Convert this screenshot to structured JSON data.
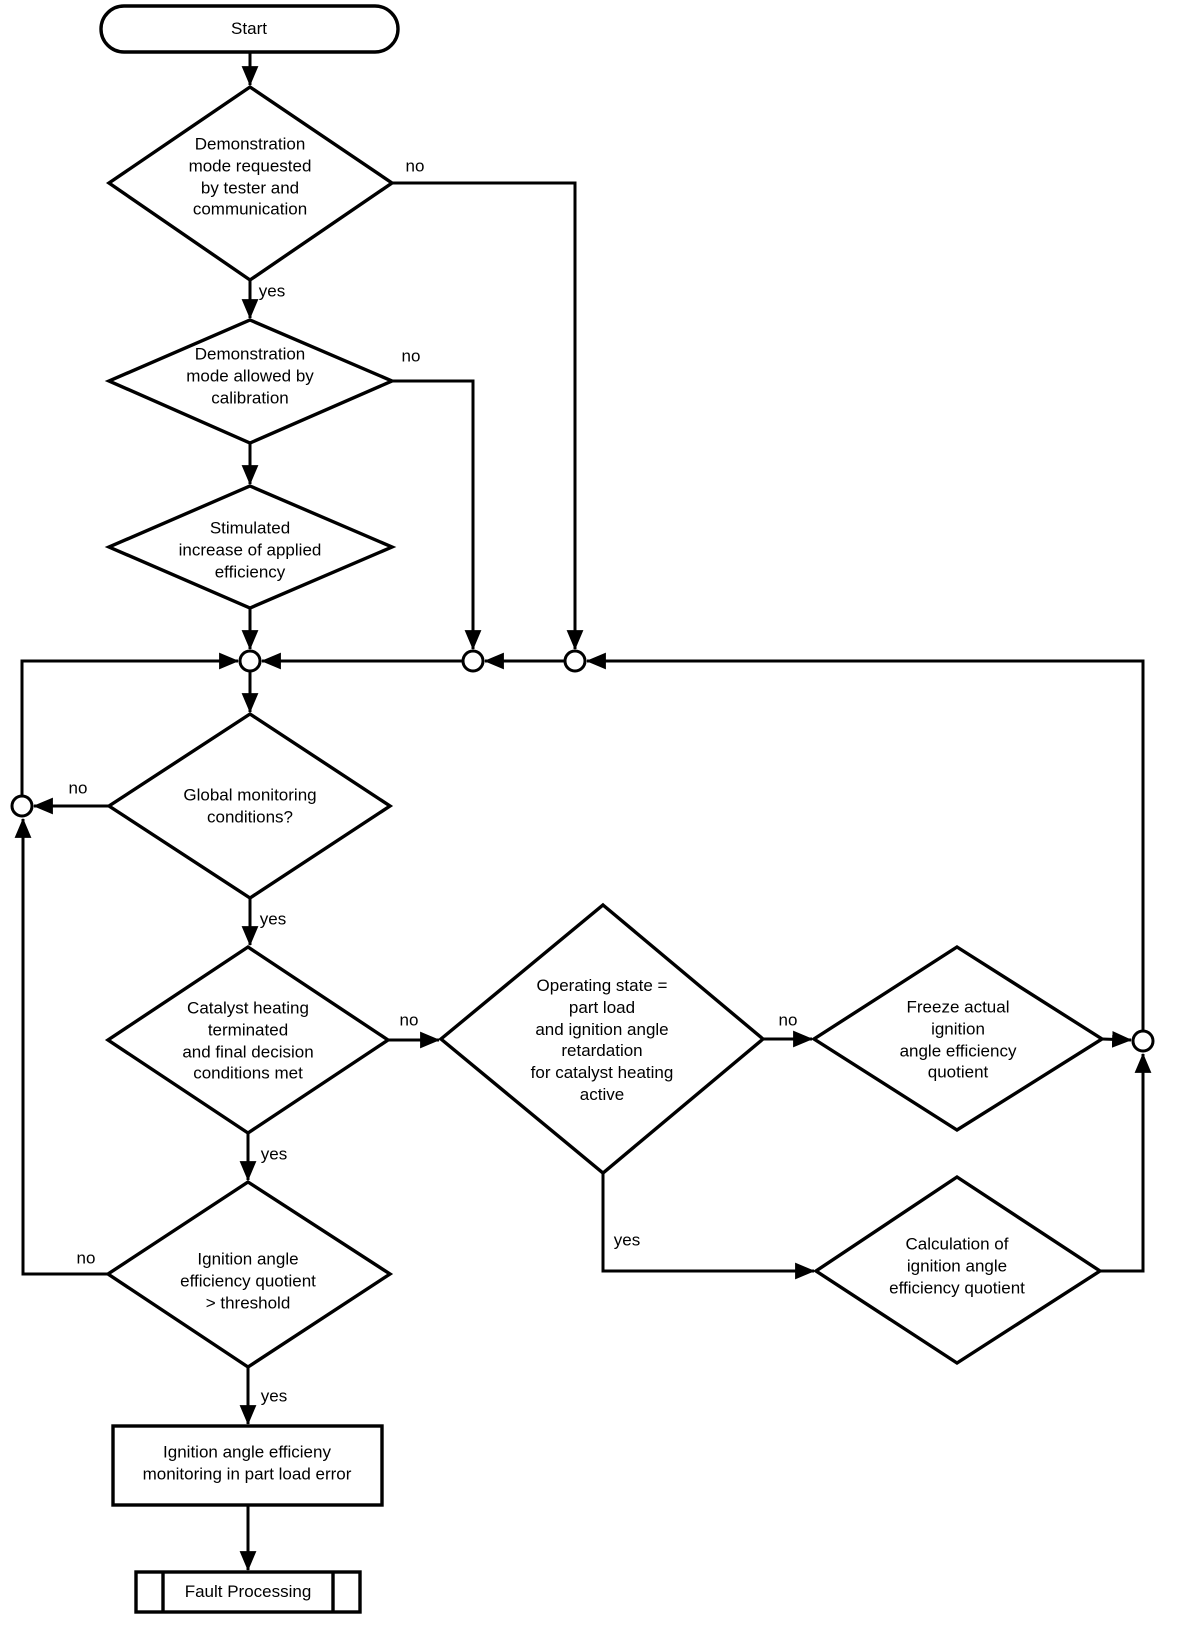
{
  "diagram": {
    "background_color": "#ffffff",
    "line_color": "#000000",
    "nodes": {
      "start": "Start",
      "demo_requested": "Demonstration\nmode requested\nby tester and\ncommunication",
      "demo_allowed": "Demonstration\nmode allowed by\ncalibration",
      "stimulated": "Stimulated\nincrease of applied\nefficiency",
      "global_monitoring": "Global monitoring\nconditions?",
      "catalyst_heating": "Catalyst heating\nterminated\nand final decision\nconditions met",
      "operating_state": "Operating state =\npart load\nand ignition angle\nretardation\nfor catalyst heating\nactive",
      "freeze_quotient": "Freeze actual\nignition\nangle efficiency\nquotient",
      "calc_quotient": "Calculation of\nignition angle\nefficiency quotient",
      "quotient_threshold": "Ignition angle\nefficiency quotient\n> threshold",
      "part_load_error": "Ignition angle efficieny\nmonitoring in part load error",
      "fault_processing": "Fault Processing"
    },
    "edge_labels": {
      "demo_requested_yes": "yes",
      "demo_requested_no": "no",
      "demo_allowed_no": "no",
      "global_monitoring_yes": "yes",
      "global_monitoring_no": "no",
      "catalyst_heating_yes": "yes",
      "catalyst_heating_no": "no",
      "operating_state_yes": "yes",
      "operating_state_no": "no",
      "quotient_threshold_yes": "yes",
      "quotient_threshold_no": "no"
    }
  }
}
